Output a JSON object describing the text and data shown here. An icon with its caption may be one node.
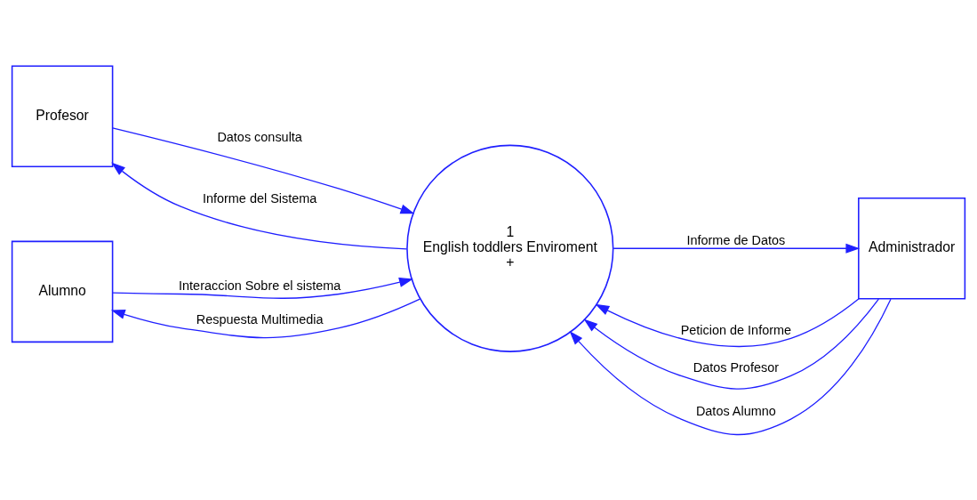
{
  "diagram": {
    "nodes": [
      {
        "text": [
          "Profesor"
        ]
      },
      {
        "text": [
          "Alumno"
        ]
      },
      {
        "text": [
          "1",
          "English toddlers Enviroment",
          "+"
        ]
      },
      {
        "text": [
          "Administrador"
        ]
      }
    ],
    "edges": [
      {
        "from": 2,
        "to": 0,
        "arrow": "to",
        "label": "Informe del Sistema"
      },
      {
        "from": 0,
        "to": 2,
        "arrow": "to",
        "label": "Datos consulta"
      },
      {
        "from": 3,
        "to": 2,
        "arrow": "to",
        "label": "Peticion de Informe"
      },
      {
        "from": 3,
        "to": 2,
        "arrow": "to",
        "label": "Datos Profesor"
      },
      {
        "from": 2,
        "to": 3,
        "arrow": "to",
        "label": "Informe de Datos"
      },
      {
        "from": 1,
        "to": 2,
        "arrow": "to",
        "label": "Interaccion Sobre el sistema"
      },
      {
        "from": 3,
        "to": 2,
        "arrow": "to",
        "label": "Datos Alumno"
      },
      {
        "from": 2,
        "to": 1,
        "arrow": "to",
        "label": "Respuesta Multimedia"
      }
    ]
  }
}
